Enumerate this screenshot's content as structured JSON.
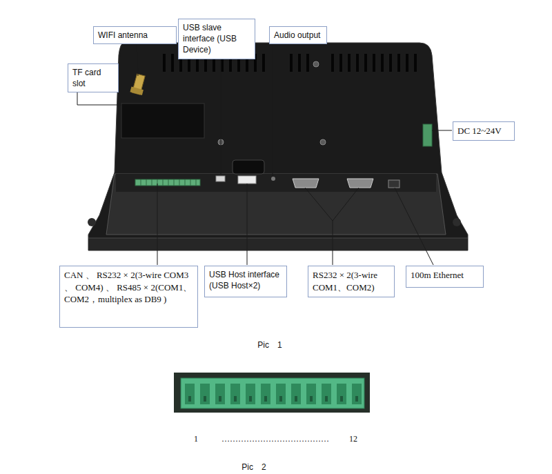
{
  "diagram": {
    "nodes": [
      {
        "text": [
          "WIFI antenna"
        ]
      },
      {
        "text": [
          "USB slave interface (USB Device)"
        ]
      },
      {
        "text": [
          "Audio output"
        ]
      },
      {
        "text": [
          "TF card slot"
        ]
      },
      {
        "text": [
          "DC 12~24V"
        ]
      },
      {
        "text": [
          "CAN 、 RS232 × 2(3-wire COM3 、 COM4) 、 RS485 × 2(COM1、COM2，multiplex as DB9 )"
        ]
      },
      {
        "text": [
          "USB Host interface (USB Host×2)"
        ]
      },
      {
        "text": [
          "RS232 × 2(3-wire COM1、COM2)"
        ]
      },
      {
        "text": [
          "100m Ethernet"
        ]
      }
    ],
    "labels": [
      "Pic　1",
      "1",
      "…………………………………",
      "12",
      "Pic　2"
    ]
  }
}
